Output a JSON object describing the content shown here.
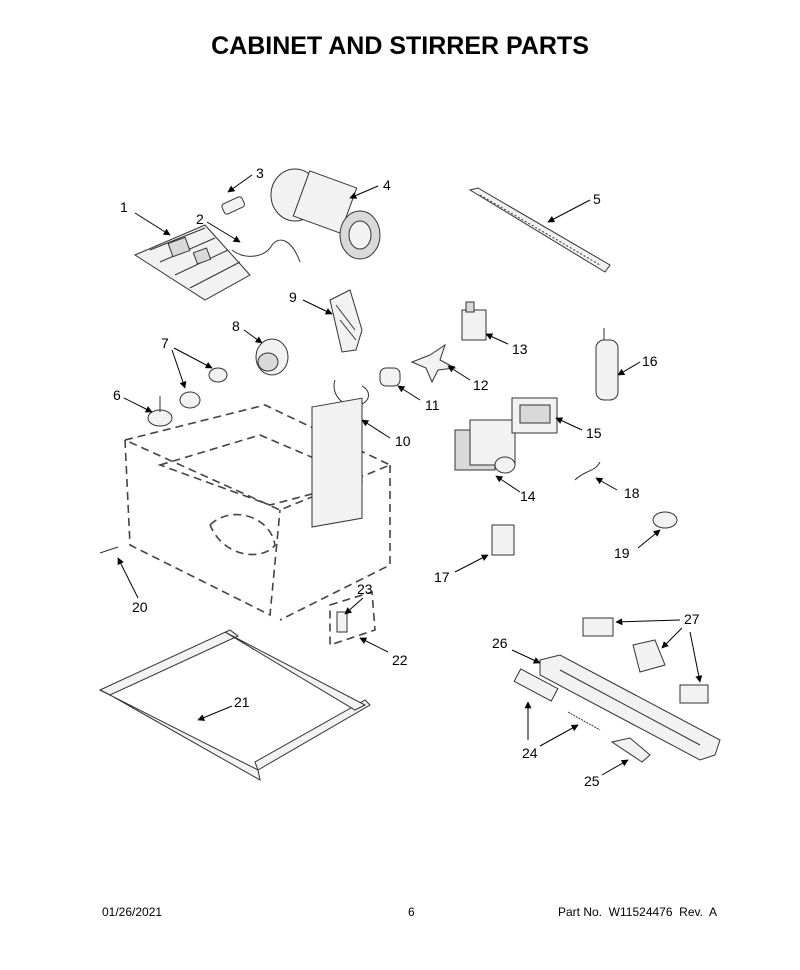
{
  "title": "CABINET AND STIRRER PARTS",
  "footer": {
    "date": "01/26/2021",
    "page": "6",
    "part": "Part No.  W11524476  Rev.  A"
  },
  "callouts": [
    "1",
    "2",
    "3",
    "4",
    "5",
    "6",
    "7",
    "8",
    "9",
    "10",
    "11",
    "12",
    "13",
    "14",
    "15",
    "16",
    "17",
    "18",
    "19",
    "20",
    "21",
    "22",
    "23",
    "24",
    "25",
    "26",
    "27"
  ]
}
